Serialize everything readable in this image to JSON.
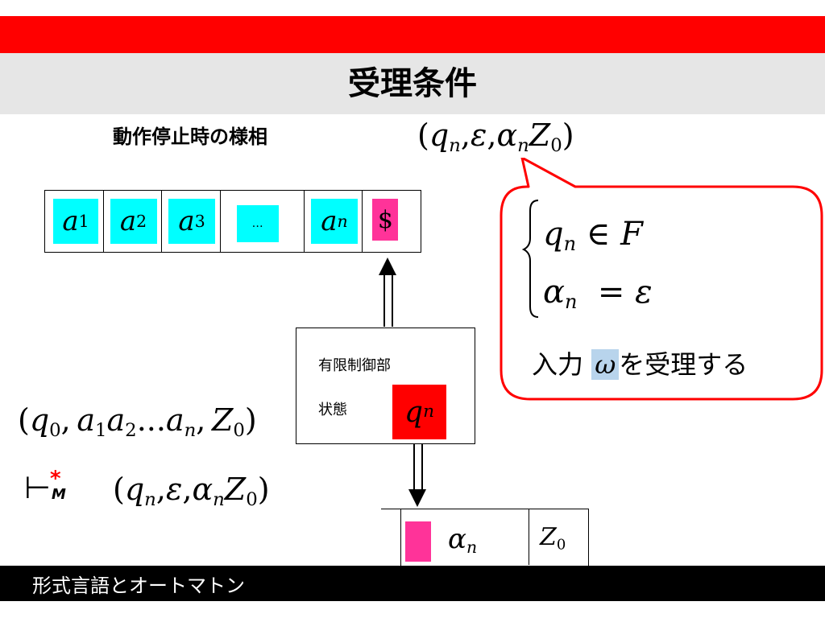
{
  "slide": {
    "title": "受理条件",
    "subtitle": "動作停止時の様相",
    "footer": "形式言語とオートマトン"
  },
  "config_top": {
    "q": "q",
    "q_sub": "n",
    "eps": "ε",
    "alpha": "α",
    "alpha_sub": "n",
    "Z": "Z",
    "Z_sub": "0"
  },
  "tape": {
    "cells": [
      {
        "sym": "a",
        "sub": "1"
      },
      {
        "sym": "a",
        "sub": "2"
      },
      {
        "sym": "a",
        "sub": "3"
      },
      {
        "sym": "…",
        "sub": ""
      },
      {
        "sym": "a",
        "sub": "n"
      },
      {
        "sym": "$",
        "sub": ""
      }
    ]
  },
  "control": {
    "label": "有限制御部",
    "state_label": "状態",
    "state_sym": "q",
    "state_sub": "n"
  },
  "stack": {
    "alpha": "α",
    "alpha_sub": "n",
    "Z": "Z",
    "Z_sub": "0"
  },
  "callout": {
    "line1_q": "q",
    "line1_sub": "n",
    "line1_rel": "∈",
    "line1_set": "F",
    "line2_alpha": "α",
    "line2_sub": "n",
    "line2_rel": "=",
    "line2_eps": "ε",
    "accept_prefix": "入力",
    "omega": "ω",
    "accept_suffix": "を受理する"
  },
  "config_left": {
    "q": "q",
    "q_sub": "0",
    "a": "a",
    "a1_sub": "1",
    "a2_sub": "2",
    "dots": "...",
    "an_sub": "n",
    "Z": "Z",
    "Z_sub": "0"
  },
  "derivation": {
    "turnstile": "⊢",
    "star": "*",
    "M": "M",
    "q": "q",
    "q_sub": "n",
    "eps": "ε",
    "alpha": "α",
    "alpha_sub": "n",
    "Z": "Z",
    "Z_sub": "0"
  },
  "colors": {
    "header_red": "#ff0000",
    "title_band": "#e6e6e6",
    "tape_cyan": "#00ffff",
    "end_marker_pink": "#ff3399",
    "state_red": "#ff0000",
    "callout_border": "#ff0000",
    "omega_highlight": "#b8d4ec",
    "footer_black": "#000000"
  }
}
